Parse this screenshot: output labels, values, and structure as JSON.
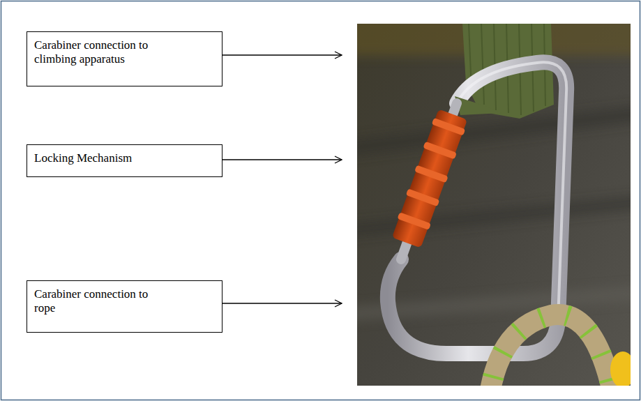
{
  "diagram": {
    "nodes": [
      {
        "text": [
          "Carabiner connection to climbing apparatus"
        ]
      },
      {
        "text": [
          "Locking Mechanism"
        ]
      },
      {
        "text": [
          "Carabiner connection to rope"
        ]
      }
    ]
  }
}
